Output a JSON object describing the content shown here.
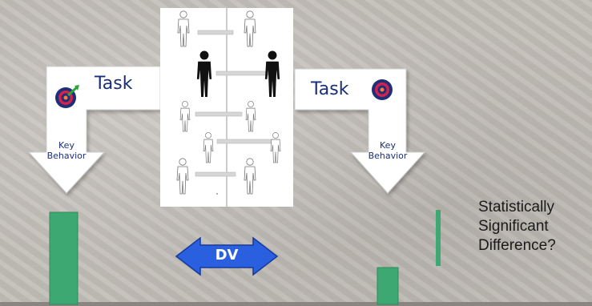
{
  "labels": {
    "task_left": "Task",
    "task_right": "Task",
    "key_behavior_left_1": "Key",
    "key_behavior_left_2": "Behavior",
    "key_behavior_right_1": "Key",
    "key_behavior_right_2": "Behavior",
    "dv": "DV",
    "stat_1": "Statistically",
    "stat_2": "Significant",
    "stat_3": "Difference?"
  },
  "colors": {
    "arrow_fill": "#ffffff",
    "bar": "#3ea873",
    "dv_arrow": "#2a5fe0",
    "text_blue": "#1a2f7a"
  },
  "icons": [
    "target-icon-left",
    "target-icon-right"
  ],
  "chart_data": {
    "type": "bar",
    "categories": [
      "",
      ""
    ],
    "series": [
      {
        "values": [
          115,
          46
        ]
      }
    ]
  }
}
